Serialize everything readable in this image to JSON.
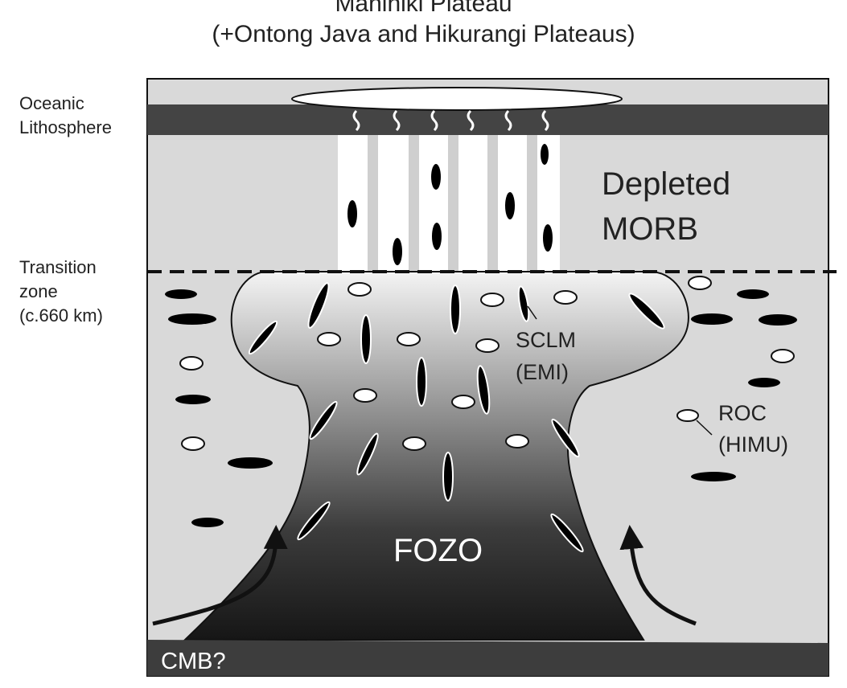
{
  "title": {
    "line1": "Manihiki Plateau",
    "line2": "(+Ontong Java and Hikurangi Plateaus)"
  },
  "side_labels": {
    "lithosphere_line1": "Oceanic",
    "lithosphere_line2": "Lithosphere",
    "transition_line1": "Transition",
    "transition_line2": "zone",
    "transition_line3": "(c.660 km)"
  },
  "labels": {
    "depleted_line1": "Depleted",
    "depleted_line2": "MORB",
    "sclm_line1": "SCLM",
    "sclm_line2": "(EMI)",
    "roc_line1": "ROC",
    "roc_line2": "(HIMU)",
    "fozo": "FOZO",
    "cmb": "CMB?"
  },
  "colors": {
    "mantle": "#d9d9d9",
    "lithosphere": "#444444",
    "cmb_layer": "#3d3d3d",
    "plume_top": "#f4f4f4",
    "plume_bottom": "#161616",
    "outline": "#111111"
  }
}
